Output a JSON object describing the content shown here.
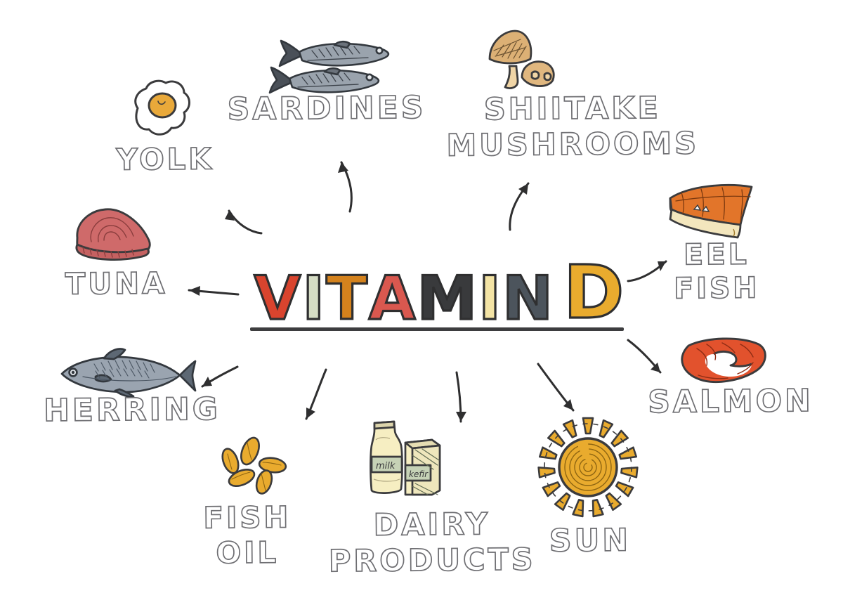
{
  "poster": {
    "title_letters": [
      {
        "char": "V",
        "color": "#d9442e"
      },
      {
        "char": "I",
        "color": "#d5dcc4"
      },
      {
        "char": "T",
        "color": "#d4821d"
      },
      {
        "char": "A",
        "color": "#d9584f"
      },
      {
        "char": "M",
        "color": "#393a3c"
      },
      {
        "char": "I",
        "color": "#f3e3a4"
      },
      {
        "char": "N",
        "color": "#4c545c"
      },
      {
        "char": "D",
        "color": "#edb battle"
      }
    ],
    "title_text": "VITAMIN D",
    "background_color": "#ffffff",
    "rule_color": "#3d3d3f",
    "label_stroke_color": "#6e6e72"
  },
  "items": [
    {
      "id": "yolk",
      "label": "YOLK",
      "icon": "fried-egg-icon",
      "colors": {
        "white": "#ffffff",
        "yolk": "#e9a93a",
        "outline": "#3b3b3d"
      }
    },
    {
      "id": "sardines",
      "label": "SARDINES",
      "icon": "sardines-icon",
      "colors": {
        "body": "#9aa3ad",
        "dark": "#4a5058",
        "outline": "#33383e"
      }
    },
    {
      "id": "shiitake-mushrooms",
      "label": "SHIITAKE\nMUSHROOMS",
      "icon": "mushrooms-icon",
      "colors": {
        "cap": "#dcb075",
        "stem": "#f0d5a6",
        "outline": "#3b3b3d"
      }
    },
    {
      "id": "eel-fish",
      "label": "EEL\nFISH",
      "icon": "eel-fillet-icon",
      "colors": {
        "skin": "#e2752a",
        "flesh": "#f3e6bd",
        "outline": "#3b3b3d"
      }
    },
    {
      "id": "salmon",
      "label": "SALMON",
      "icon": "salmon-steak-icon",
      "colors": {
        "flesh": "#e2522d",
        "outline": "#3b3b3d"
      }
    },
    {
      "id": "tuna",
      "label": "TUNA",
      "icon": "tuna-steak-icon",
      "colors": {
        "flesh": "#cf6a6a",
        "outline": "#3b3b3d"
      }
    },
    {
      "id": "herring",
      "label": "HERRING",
      "icon": "herring-fish-icon",
      "colors": {
        "body": "#9aa4b0",
        "dark": "#5d6874",
        "outline": "#33383e"
      }
    },
    {
      "id": "fish-oil",
      "label": "FISH\nOIL",
      "icon": "fish-oil-capsules-icon",
      "colors": {
        "capsule": "#e9ab2e",
        "outline": "#3b3b3d"
      }
    },
    {
      "id": "dairy-products",
      "label": "DAIRY\nPRODUCTS",
      "icon": "milk-bottle-carton-icon",
      "bottle_text": "milk",
      "carton_text": "kefir",
      "colors": {
        "cream": "#f6eec2",
        "label": "#c6d2b6",
        "outline": "#3b3b3d"
      }
    },
    {
      "id": "sun",
      "label": "SUN",
      "icon": "sun-icon",
      "colors": {
        "disc": "#e9ab2e",
        "ray": "#e9ab2e",
        "outline": "#3b3b3d"
      }
    }
  ],
  "arrows": [
    {
      "id": "arrow-to-yolk",
      "direction": "up-left"
    },
    {
      "id": "arrow-to-sardines",
      "direction": "up"
    },
    {
      "id": "arrow-to-mushrooms",
      "direction": "up-right"
    },
    {
      "id": "arrow-to-eel-fish",
      "direction": "up-right"
    },
    {
      "id": "arrow-to-tuna",
      "direction": "left"
    },
    {
      "id": "arrow-to-salmon",
      "direction": "down-right"
    },
    {
      "id": "arrow-to-herring",
      "direction": "down-left"
    },
    {
      "id": "arrow-to-fish-oil",
      "direction": "down-left"
    },
    {
      "id": "arrow-to-dairy",
      "direction": "down"
    },
    {
      "id": "arrow-to-sun",
      "direction": "down-right"
    }
  ]
}
